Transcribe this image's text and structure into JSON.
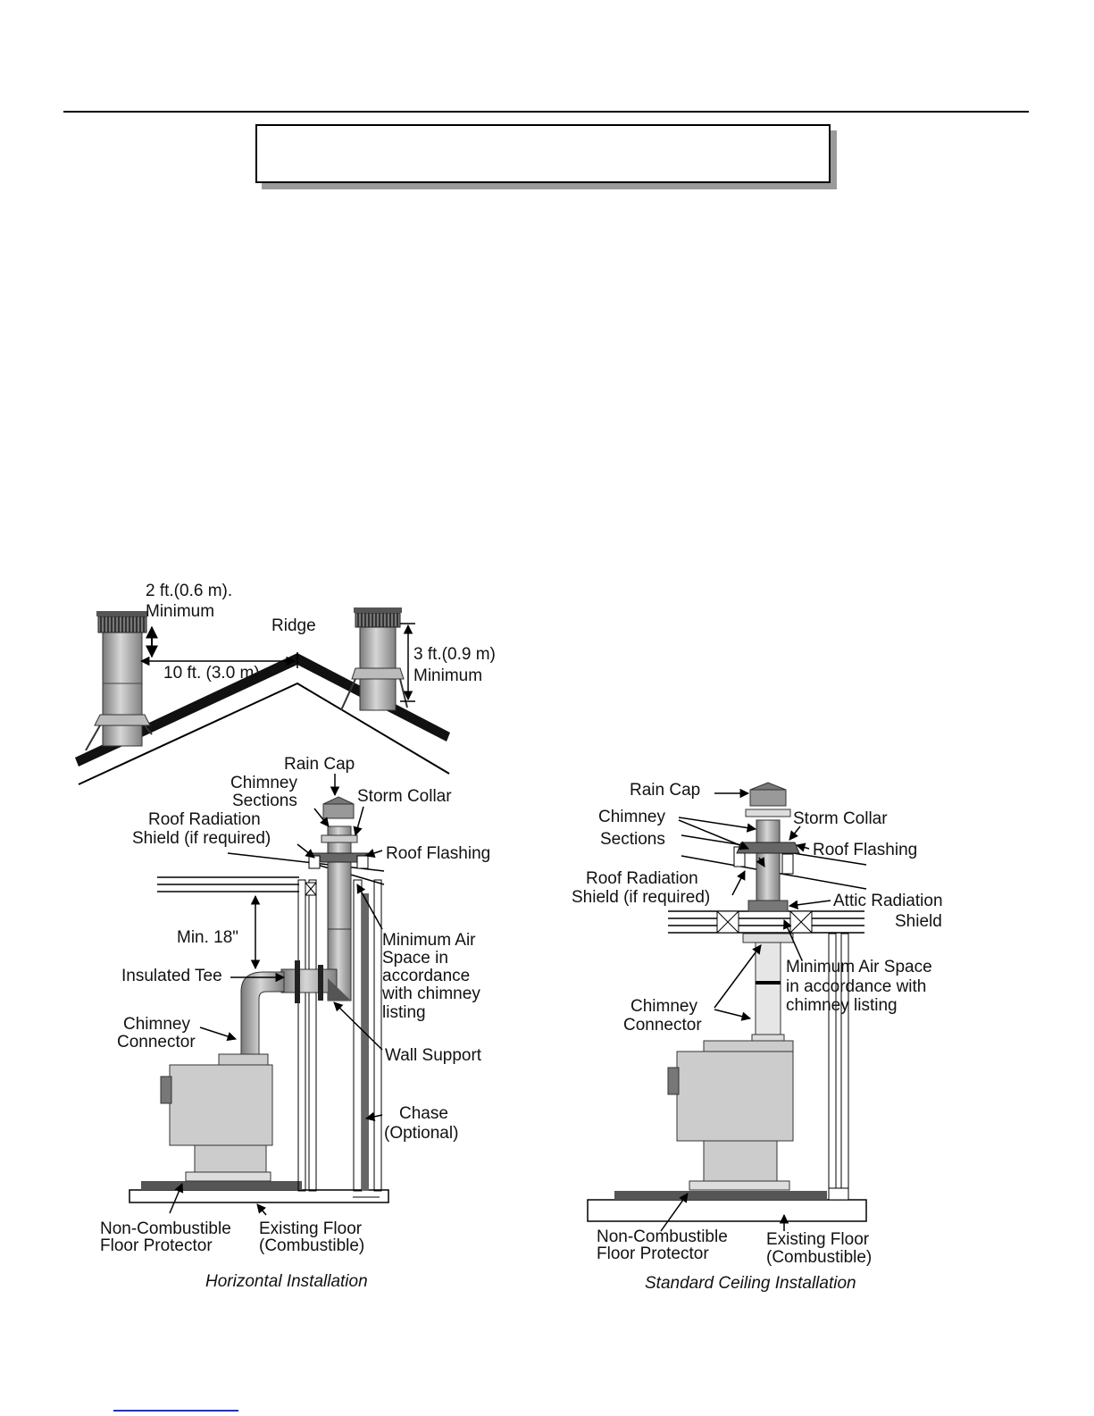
{
  "roof": {
    "left_clearance": "2 ft.(0.6 m).",
    "left_clearance_min": "Minimum",
    "ridge": "Ridge",
    "distance": "10 ft. (3.0 m)",
    "right_clearance": "3 ft.(0.9 m)",
    "right_clearance_min": "Minimum"
  },
  "horizontal": {
    "rain_cap": "Rain Cap",
    "chimney_sections": [
      "Chimney",
      "Sections"
    ],
    "storm_collar": "Storm Collar",
    "roof_shield": [
      "Roof Radiation",
      "Shield (if required)"
    ],
    "roof_flashing": "Roof Flashing",
    "min_18": "Min. 18\"",
    "air_space": [
      "Minimum Air",
      "Space in",
      "accordance",
      "with chimney",
      "listing"
    ],
    "insulated_tee": "Insulated Tee",
    "chimney_connector": [
      "Chimney",
      "Connector"
    ],
    "wall_support": "Wall Support",
    "chase": [
      "Chase",
      "(Optional)"
    ],
    "floor_protector": [
      "Non-Combustible",
      "Floor Protector"
    ],
    "existing_floor": [
      "Existing Floor",
      "(Combustible)"
    ],
    "caption": "Horizontal Installation"
  },
  "standard": {
    "rain_cap": "Rain Cap",
    "chimney_sections": [
      "Chimney",
      "Sections"
    ],
    "storm_collar": "Storm Collar",
    "roof_flashing": "Roof Flashing",
    "roof_shield": [
      "Roof Radiation",
      "Shield (if required)"
    ],
    "attic_shield": [
      "Attic Radiation",
      "Shield"
    ],
    "air_space": [
      "Minimum Air Space",
      "in accordance with",
      "chimney listing"
    ],
    "chimney_connector": [
      "Chimney",
      "Connector"
    ],
    "floor_protector": [
      "Non-Combustible",
      "Floor Protector"
    ],
    "existing_floor": [
      "Existing Floor",
      "(Combustible)"
    ],
    "caption": "Standard Ceiling Installation"
  }
}
